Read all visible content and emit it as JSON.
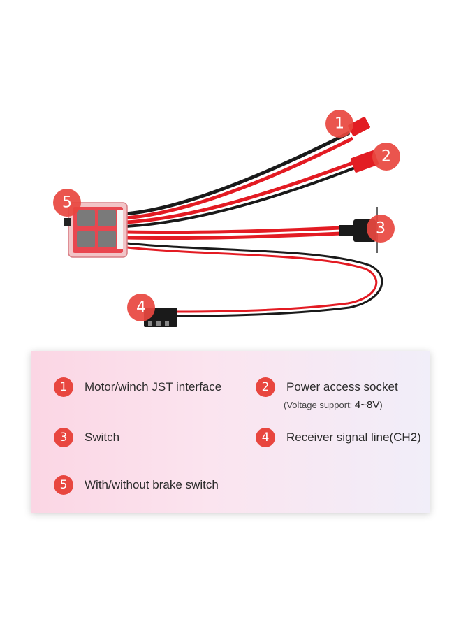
{
  "callouts": [
    "1",
    "2",
    "3",
    "4",
    "5"
  ],
  "legend": {
    "items": [
      {
        "number": "1",
        "label": "Motor/winch JST interface"
      },
      {
        "number": "2",
        "label": "Power access socket",
        "note_prefix": "(Voltage support: ",
        "note_value": "4~8V",
        "note_suffix": ")"
      },
      {
        "number": "3",
        "label": "Switch"
      },
      {
        "number": "4",
        "label": "Receiver signal line(CH2)"
      },
      {
        "number": "5",
        "label": "With/without brake switch"
      }
    ]
  },
  "colors": {
    "badge": "#e8463f",
    "wire_red": "#e31b23",
    "wire_black": "#1a1a1a",
    "connector_red": "#e21d23"
  }
}
